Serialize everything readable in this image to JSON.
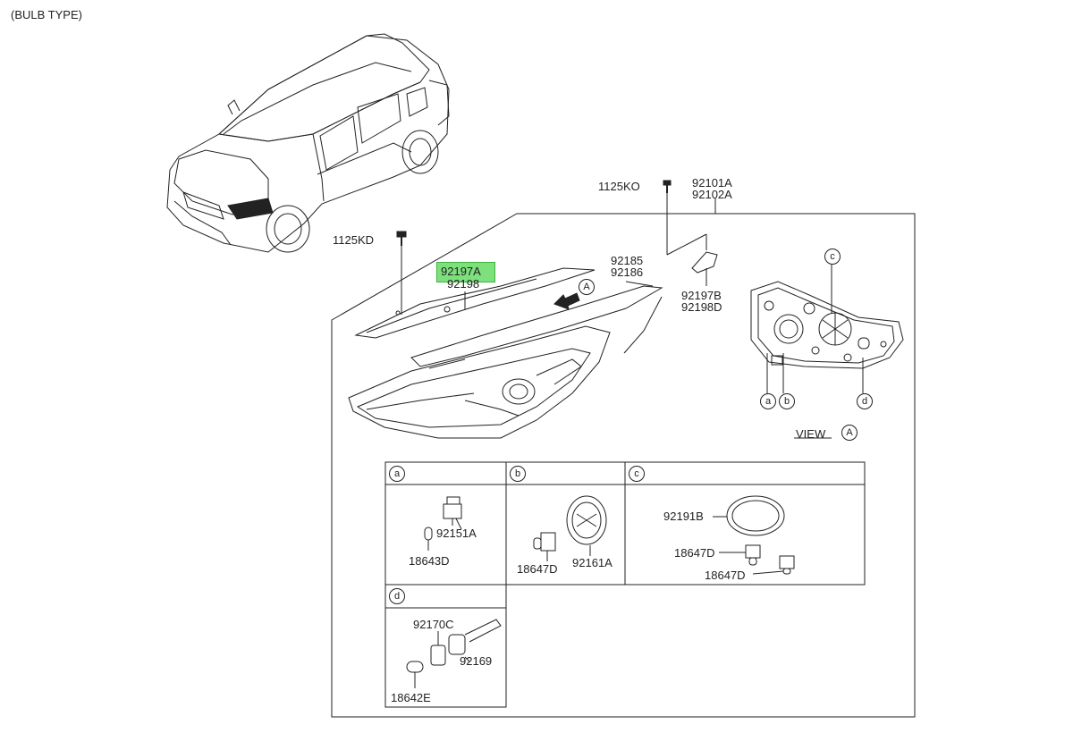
{
  "header": {
    "title": "(BULB TYPE)"
  },
  "view_label": {
    "text": "VIEW",
    "marker": "A"
  },
  "callouts": {
    "fastener_1125ko": "1125KO",
    "fastener_1125kd": "1125KD",
    "housing_upper": "92101A",
    "housing_lower": "92102A",
    "bracket_upper": "92197A",
    "bracket_lower": "92198",
    "trim_upper": "92185",
    "trim_lower": "92186",
    "bracket_b_upper": "92197B",
    "bracket_b_lower": "92198D"
  },
  "view_markers": {
    "a": "a",
    "b": "b",
    "c": "c",
    "d": "d",
    "arrow": "A"
  },
  "sub_panels": {
    "a": {
      "marker": "a",
      "bulb_socket": "92151A",
      "bulb": "18643D"
    },
    "b": {
      "marker": "b",
      "bulb": "18647D",
      "cap": "92161A"
    },
    "c": {
      "marker": "c",
      "cap": "92191B",
      "bulb_1": "18647D",
      "bulb_2": "18647D"
    },
    "d": {
      "marker": "d",
      "socket": "92170C",
      "bulb_holder": "92169",
      "bulb": "18642E"
    }
  },
  "highlight": {
    "part": "92197A",
    "color": "#7de07d"
  }
}
